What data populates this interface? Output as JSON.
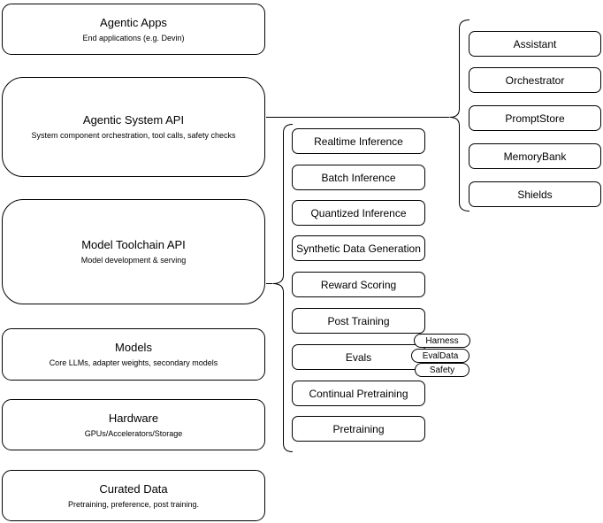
{
  "left_column": [
    {
      "title": "Agentic Apps",
      "subtitle": "End applications (e.g. Devin)"
    },
    {
      "title": "Agentic System API",
      "subtitle": "System component orchestration, tool calls, safety checks"
    },
    {
      "title": "Model Toolchain API",
      "subtitle": "Model development & serving"
    },
    {
      "title": "Models",
      "subtitle": "Core LLMs, adapter weights, secondary models"
    },
    {
      "title": "Hardware",
      "subtitle": "GPUs/Accelerators/Storage"
    },
    {
      "title": "Curated Data",
      "subtitle": "Pretraining, preference, post training."
    }
  ],
  "toolchain": {
    "items": [
      "Realtime Inference",
      "Batch Inference",
      "Quantized Inference",
      "Synthetic Data Generation",
      "Reward Scoring",
      "Post Training",
      "Evals",
      "Continual Pretraining",
      "Pretraining"
    ]
  },
  "evals": {
    "tags": [
      "Harness",
      "EvalData",
      "Safety"
    ]
  },
  "system": {
    "items": [
      "Assistant",
      "Orchestrator",
      "PromptStore",
      "MemoryBank",
      "Shields"
    ]
  },
  "colors": {
    "stroke": "#000000",
    "background": "#ffffff"
  }
}
